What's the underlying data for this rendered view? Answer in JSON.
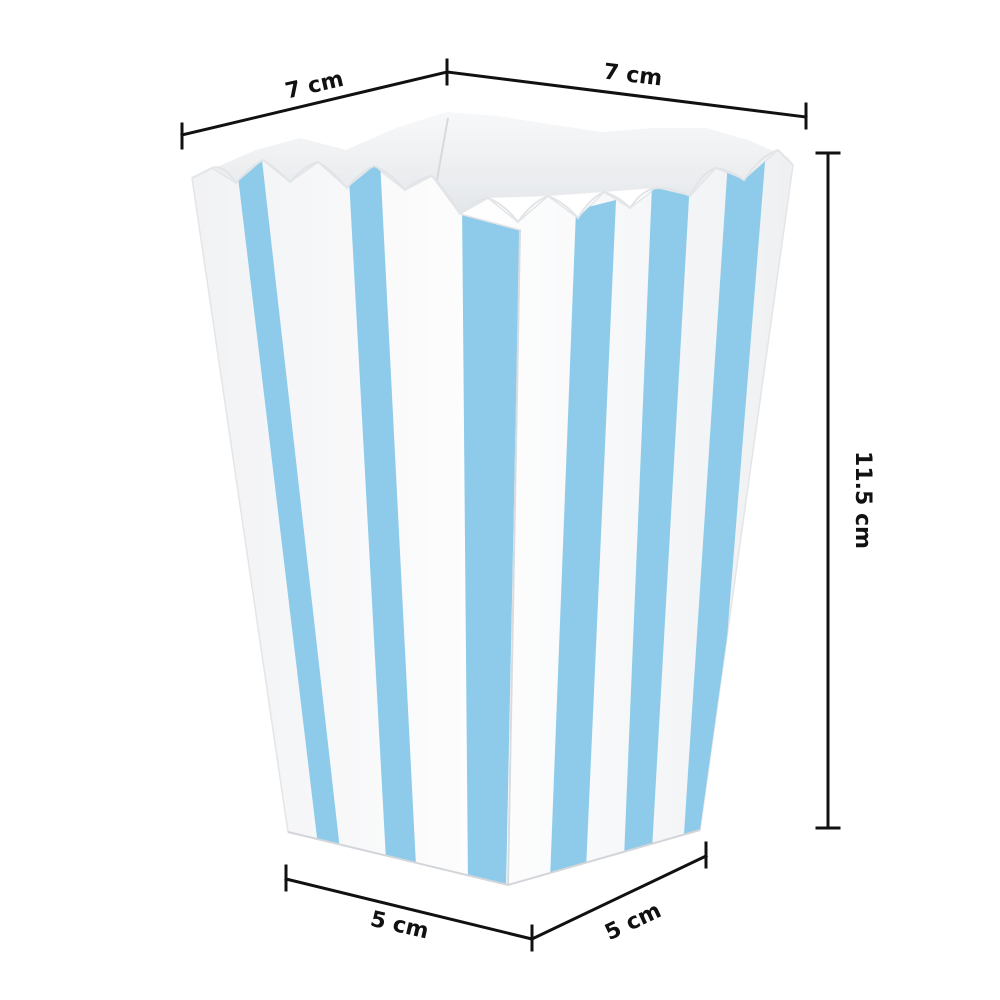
{
  "product": {
    "name": "popcorn-box",
    "colors": {
      "stripe": "#8ecbea",
      "paper": "#ffffff",
      "shadow": "#dcdfe2",
      "dimension_line": "#111111"
    }
  },
  "dimensions": {
    "top_left_width": "7 cm",
    "top_right_width": "7 cm",
    "height": "11.5 cm",
    "bottom_left_width": "5 cm",
    "bottom_right_width": "5 cm"
  }
}
